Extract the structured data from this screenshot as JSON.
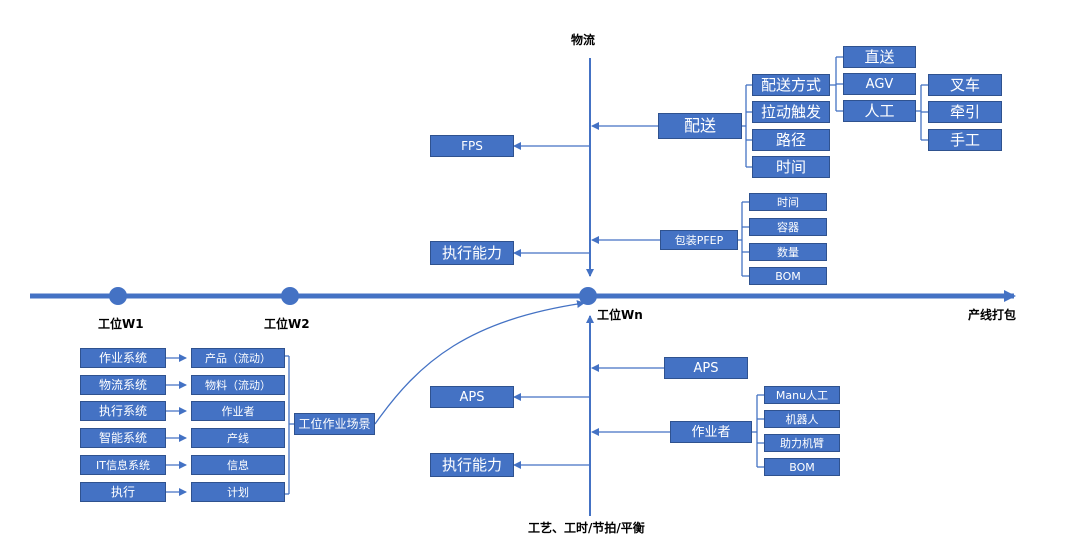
{
  "colors": {
    "box": "#4472c4",
    "line": "#4472c4",
    "text_on_box": "#ffffff"
  },
  "axis_labels": {
    "top": "物流",
    "bottom": "工艺、工时/节拍/平衡",
    "w1": "工位W1",
    "w2": "工位W2",
    "wn": "工位Wn",
    "end": "产线打包"
  },
  "upper": {
    "fps": "FPS",
    "exec": "执行能力",
    "delivery": {
      "label": "配送",
      "items": [
        "配送方式",
        "拉动触发",
        "路径",
        "时间"
      ],
      "methods": [
        "直送",
        "AGV",
        "人工"
      ],
      "manual": [
        "叉车",
        "牵引",
        "手工"
      ]
    },
    "pfep": {
      "label": "包装PFEP",
      "items": [
        "时间",
        "容器",
        "数量",
        "BOM"
      ]
    }
  },
  "lower": {
    "aps_left": "APS",
    "exec": "执行能力",
    "aps_right": "APS",
    "operator": {
      "label": "作业者",
      "items": [
        "Manu人工",
        "机器人",
        "助力机臂",
        "BOM"
      ]
    }
  },
  "scene": {
    "systems": [
      "作业系统",
      "物流系统",
      "执行系统",
      "智能系统",
      "IT信息系统",
      "执行"
    ],
    "elements": [
      "产品（流动）",
      "物料（流动）",
      "作业者",
      "产线",
      "信息",
      "计划"
    ],
    "label": "工位作业场景"
  }
}
